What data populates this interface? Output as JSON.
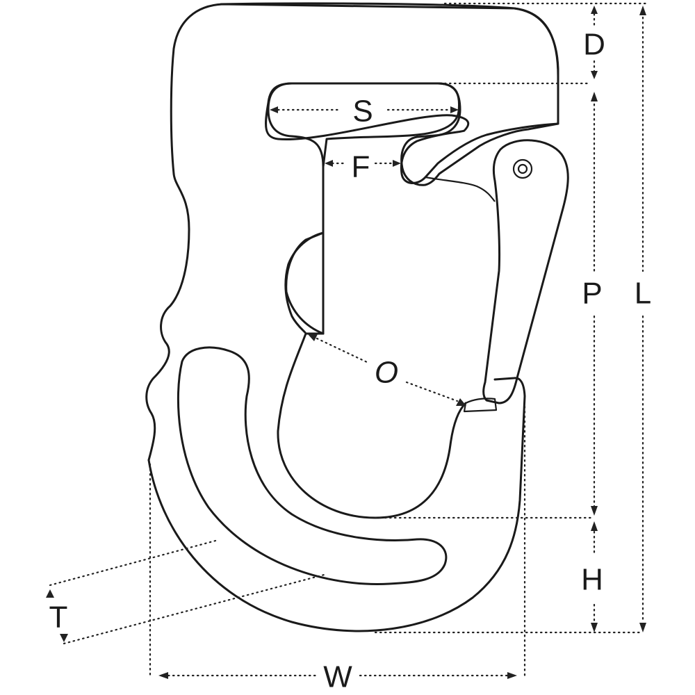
{
  "labels": {
    "D": "D",
    "S": "S",
    "F": "F",
    "P": "P",
    "L": "L",
    "O": "O",
    "H": "H",
    "T": "T",
    "W": "W"
  },
  "colors": {
    "line": "#1a1a1a",
    "background": "#ffffff"
  }
}
